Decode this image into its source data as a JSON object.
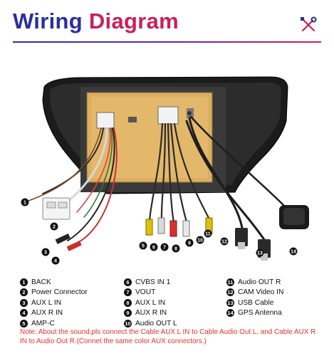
{
  "header": {
    "title_part1": "Wiring",
    "title_part2": "Diagram"
  },
  "legend": {
    "col1": [
      {
        "num": "1",
        "label": "BACK"
      },
      {
        "num": "2",
        "label": "Power Connector"
      },
      {
        "num": "3",
        "label": "AUX L IN"
      },
      {
        "num": "4",
        "label": "AUX R IN"
      },
      {
        "num": "5",
        "label": "AMP-C"
      }
    ],
    "col2": [
      {
        "num": "6",
        "label": "CVBS IN 1"
      },
      {
        "num": "7",
        "label": "VOUT"
      },
      {
        "num": "8",
        "label": "AUX L IN"
      },
      {
        "num": "9",
        "label": "AUX R IN"
      },
      {
        "num": "10",
        "label": "Audio OUT L"
      }
    ],
    "col3": [
      {
        "num": "11",
        "label": "Audio OUT R"
      },
      {
        "num": "12",
        "label": "CAM Video IN"
      },
      {
        "num": "13",
        "label": "USB Cable"
      },
      {
        "num": "14",
        "label": "GPS Antenna"
      }
    ]
  },
  "diagram_numbers": [
    "1",
    "2",
    "3",
    "4",
    "5",
    "6",
    "7",
    "8",
    "9",
    "10",
    "11",
    "12",
    "13",
    "14"
  ],
  "note": "Note: About the sound,pls connect the Cable AUX L IN to Cable Audio Out L, and Cable AUX R IN to  Audio Out R.(Connet the same color AUX connectors.)",
  "colors": {
    "title_blue": "#2b2f9c",
    "title_magenta": "#c8205a",
    "note_red": "#e8302a",
    "panel_gold": "#dcae62"
  },
  "icons": {
    "header": "wrench-screwdriver-icon"
  }
}
